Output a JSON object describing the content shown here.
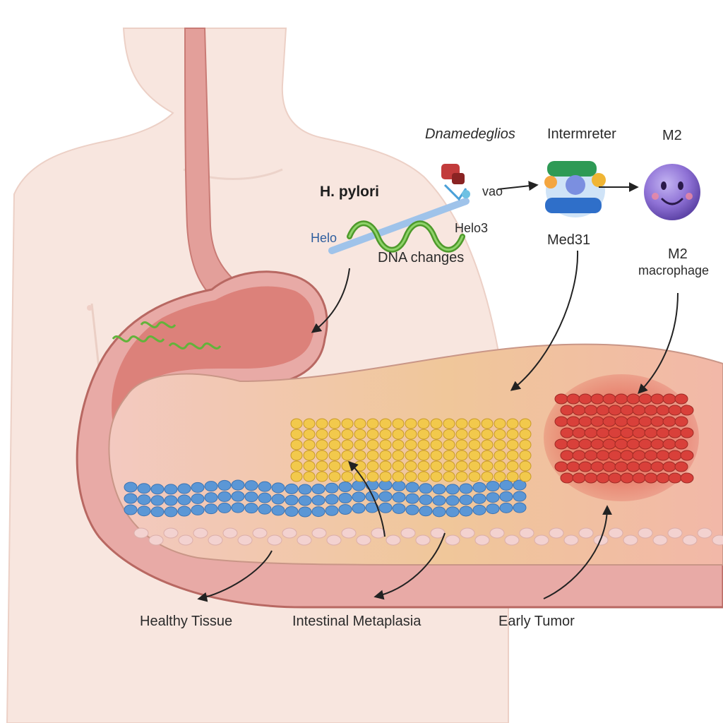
{
  "labels": {
    "h_pylori": "H. pylori",
    "helo_left": "Helo",
    "helo3": "Helo3",
    "dna_changes": "DNA changes",
    "dna_heading": "Dnamedeglios",
    "intermeter": "Intermreter",
    "med31": "Med31",
    "m2_top": "M2",
    "m2_line1": "M2",
    "m2_line2": "macrophage",
    "vao": "vao",
    "healthy_tissue": "Healthy Tissue",
    "intestinal_metaplasia": "Intestinal Metaplasia",
    "early_tumor": "Early Tumor"
  },
  "colors": {
    "skin": "#f7e3dc",
    "skin_shadow": "#edc8bd",
    "stomach_wall": "#e6a3a0",
    "mucosa": "#d9786f",
    "healthy_cells": "#5b97d6",
    "metaplasia_cells": "#f2c94c",
    "tumor_cells": "#d9403a",
    "bacteria": "#63b33b",
    "macrophage": "#8f72d6",
    "arrow": "#222222"
  },
  "icons": [
    "h-pylori-bacterium-icon",
    "protein-complex-icon",
    "med31-complex-icon",
    "m2-macrophage-icon"
  ]
}
